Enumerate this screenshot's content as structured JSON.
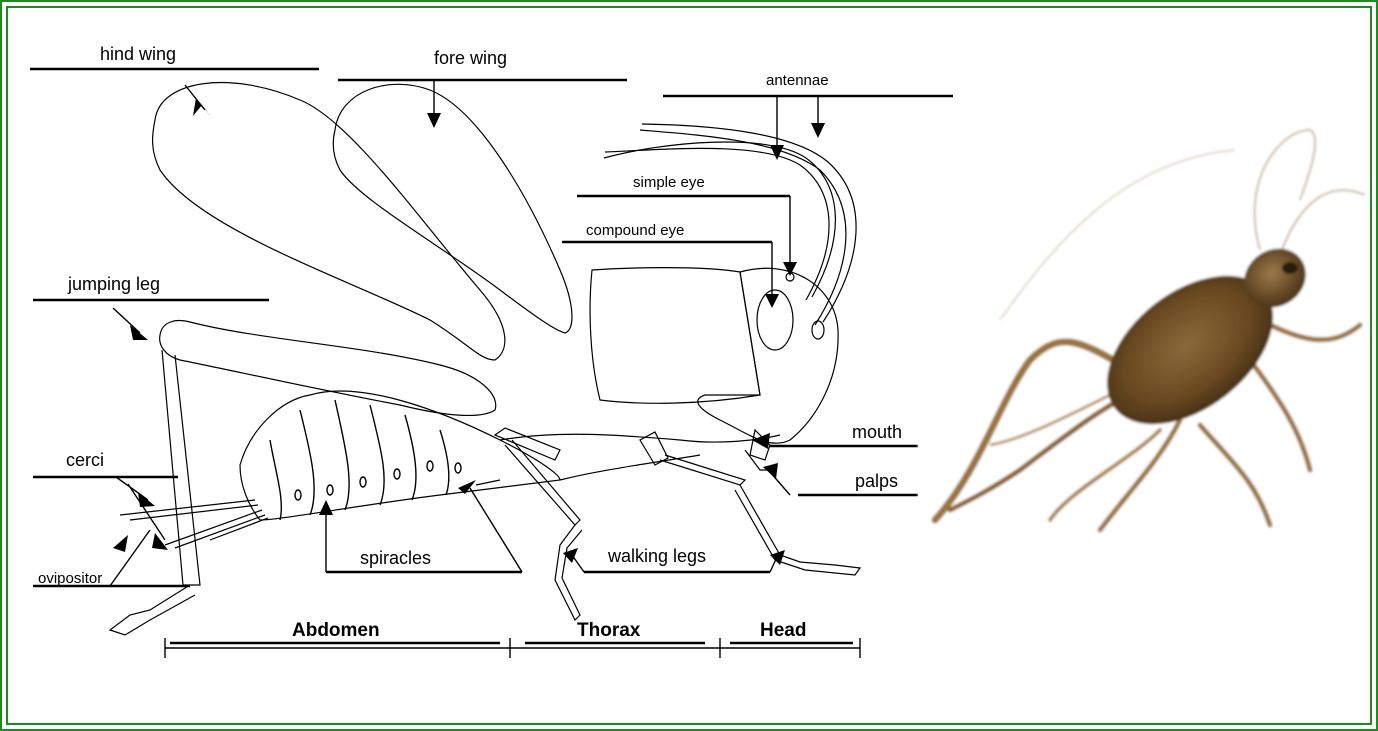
{
  "diagram": {
    "labels": {
      "hind_wing": "hind wing",
      "fore_wing": "fore wing",
      "antennae": "antennae",
      "simple_eye": "simple eye",
      "compound_eye": "compound eye",
      "jumping_leg": "jumping leg",
      "mouth": "mouth",
      "cerci": "cerci",
      "palps": "palps",
      "spiracles": "spiracles",
      "walking_legs": "walking legs",
      "ovipositor": "ovipositor"
    },
    "regions": {
      "abdomen": "Abdomen",
      "thorax": "Thorax",
      "head": "Head"
    }
  },
  "colors": {
    "frame": "#1f8a1f",
    "ink": "#000000",
    "photo_body": "#6b4a22",
    "photo_legs": "#9a7440"
  }
}
